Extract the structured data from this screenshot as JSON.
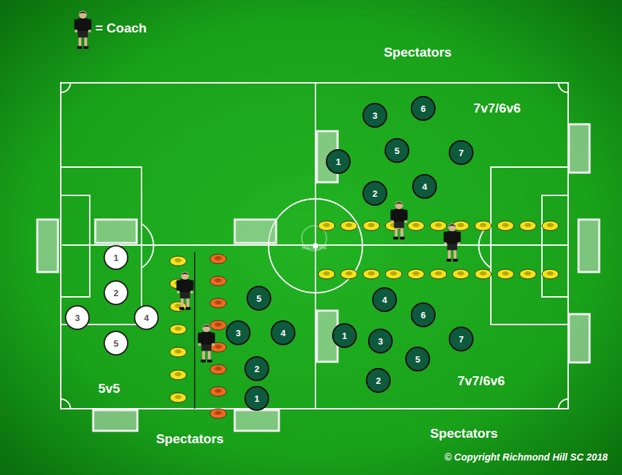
{
  "diagram": {
    "nodes": [
      {
        "text": [
          "3"
        ]
      },
      {
        "text": [
          "6"
        ]
      },
      {
        "text": [
          "5"
        ]
      },
      {
        "text": [
          "7"
        ]
      },
      {
        "text": [
          "1"
        ]
      },
      {
        "text": [
          "2"
        ]
      },
      {
        "text": [
          "4"
        ]
      },
      {
        "text": [
          "1"
        ]
      },
      {
        "text": [
          "2"
        ]
      },
      {
        "text": [
          "3"
        ]
      },
      {
        "text": [
          "4"
        ]
      },
      {
        "text": [
          "5"
        ]
      },
      {
        "text": [
          "5"
        ]
      },
      {
        "text": [
          "3"
        ]
      },
      {
        "text": [
          "4"
        ]
      },
      {
        "text": [
          "2"
        ]
      },
      {
        "text": [
          "1"
        ]
      },
      {
        "text": [
          "4"
        ]
      },
      {
        "text": [
          "6"
        ]
      },
      {
        "text": [
          "1"
        ]
      },
      {
        "text": [
          "3"
        ]
      },
      {
        "text": [
          "7"
        ]
      },
      {
        "text": [
          "5"
        ]
      },
      {
        "text": [
          "2"
        ]
      }
    ],
    "labels": [
      "Spectators",
      "7v7/6v6",
      "RAIDERS",
      "7v7/6v6",
      "5v5",
      "Spectators",
      "Spectators",
      "© Copyright Richmond Hill SC 2018"
    ],
    "legend": [
      {
        "text": "= Coach"
      }
    ]
  }
}
